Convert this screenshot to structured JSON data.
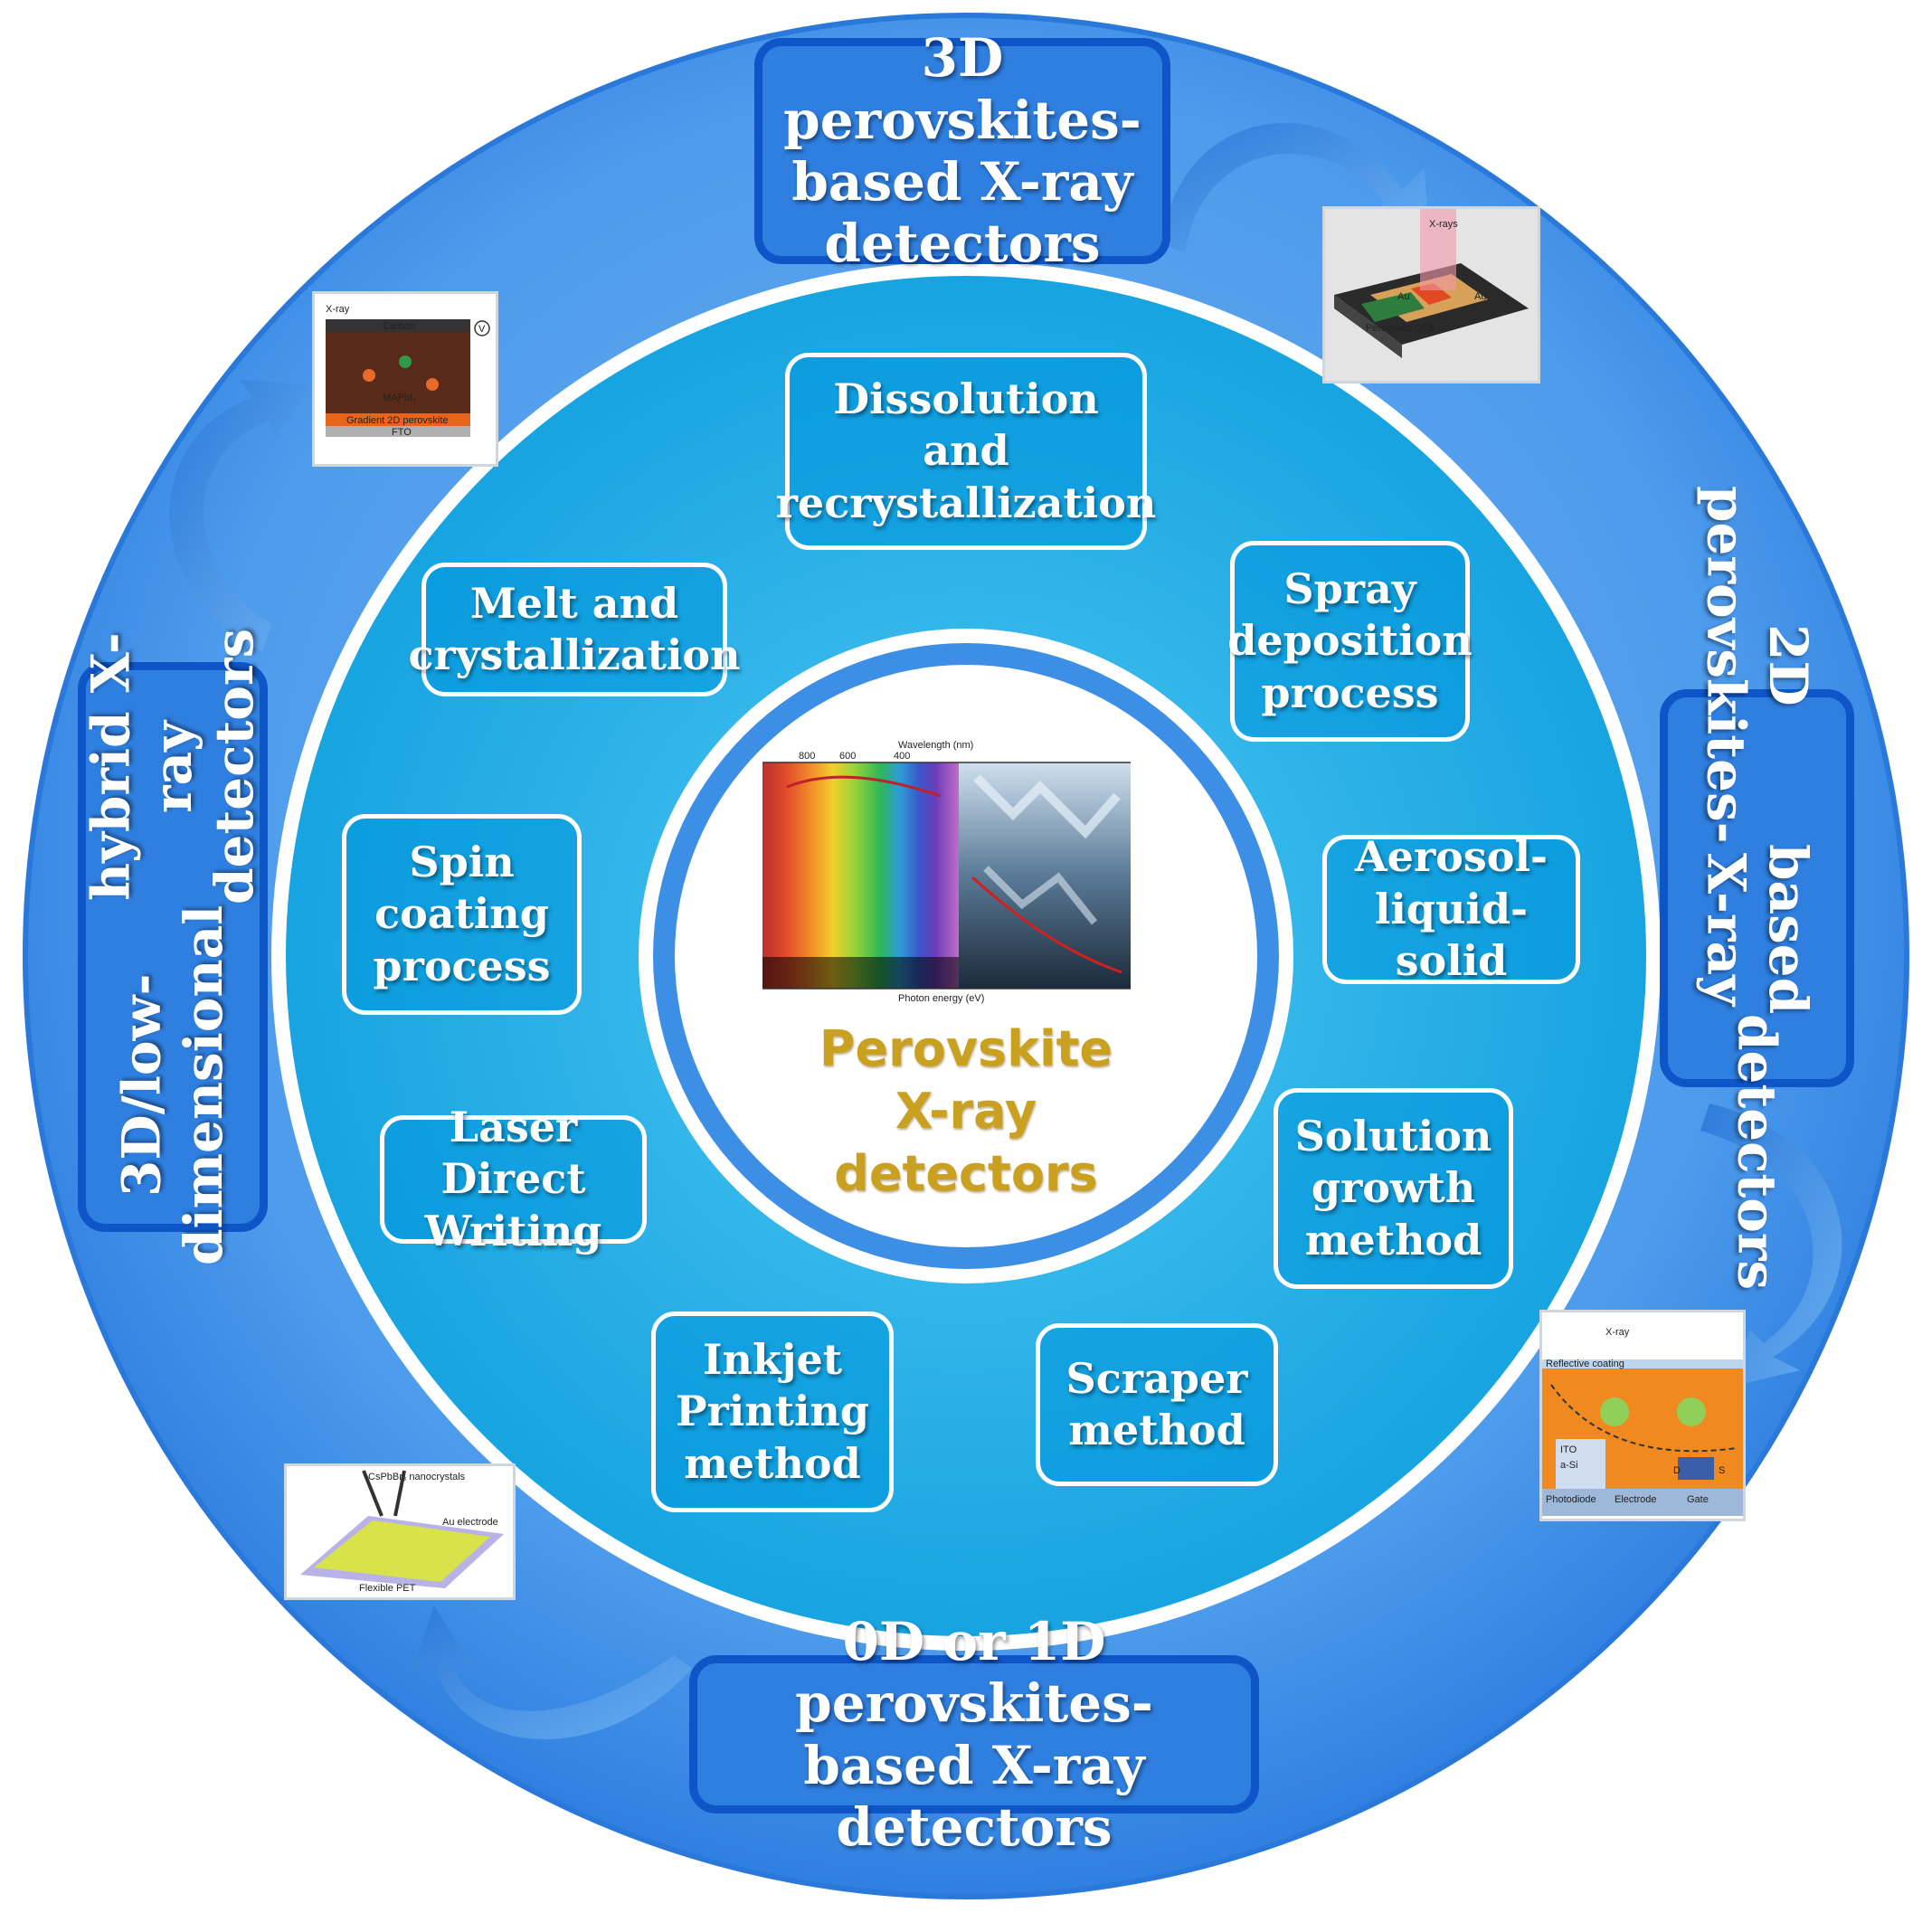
{
  "center": {
    "title_lines": [
      "Perovskite",
      "X-ray",
      "detectors"
    ]
  },
  "outer_labels": {
    "top": "3D perovskites-based X-ray detectors",
    "top_lines": [
      "3D perovskites-",
      "based X-ray",
      "detectors"
    ],
    "right_lines": [
      "2D perovskites-",
      "based X-ray",
      "detectors"
    ],
    "bottom_lines": [
      "0D or 1D perovskites-",
      "based X-ray detectors"
    ],
    "left_lines": [
      "3D/low-dimensional",
      "hybrid X-ray detectors"
    ]
  },
  "methods": [
    {
      "id": "dissolution",
      "lines": [
        "Dissolution",
        "and",
        "recrystallization"
      ]
    },
    {
      "id": "spray",
      "lines": [
        "Spray",
        "deposition",
        "process"
      ]
    },
    {
      "id": "aerosol",
      "lines": [
        "Aerosol-",
        "liquid-solid"
      ]
    },
    {
      "id": "solution",
      "lines": [
        "Solution",
        "growth",
        "method"
      ]
    },
    {
      "id": "scraper",
      "lines": [
        "Scraper",
        "method"
      ]
    },
    {
      "id": "inkjet",
      "lines": [
        "Inkjet",
        "Printing",
        "method"
      ]
    },
    {
      "id": "laser",
      "lines": [
        "Laser Direct",
        "Writing"
      ]
    },
    {
      "id": "spin",
      "lines": [
        "Spin",
        "coating",
        "process"
      ]
    },
    {
      "id": "melt",
      "lines": [
        "Melt and",
        "crystallization"
      ]
    }
  ],
  "thumbnails": {
    "top_right": {
      "labels": [
        "X-rays",
        "Au",
        "Au",
        "Perovskite QDs"
      ]
    },
    "top_left": {
      "labels": [
        "X-ray",
        "Carbon",
        "MAPbI₃",
        "Gradient 2D perovskite",
        "FTO",
        "V"
      ]
    },
    "right": {
      "labels": [
        "X-ray",
        "Reflective coating",
        "ITO",
        "a-Si",
        "Photodiode",
        "Electrode",
        "Gate",
        "D",
        "S"
      ]
    },
    "bottom_left": {
      "labels": [
        "CsPbBr₃ nanocrystals",
        "Au electrode",
        "Flexible PET"
      ]
    }
  },
  "spectrum": {
    "top_axis": "Wavelength (nm)",
    "bottom_axis": "Photon energy (eV)",
    "wavelength_ticks": [
      "800",
      "600",
      "400"
    ]
  },
  "colors": {
    "outer_ring": "#3a8ee8",
    "inner_ring": "#18a4e0",
    "box_border": "#0e55c8",
    "center_text": "#c9a020"
  }
}
